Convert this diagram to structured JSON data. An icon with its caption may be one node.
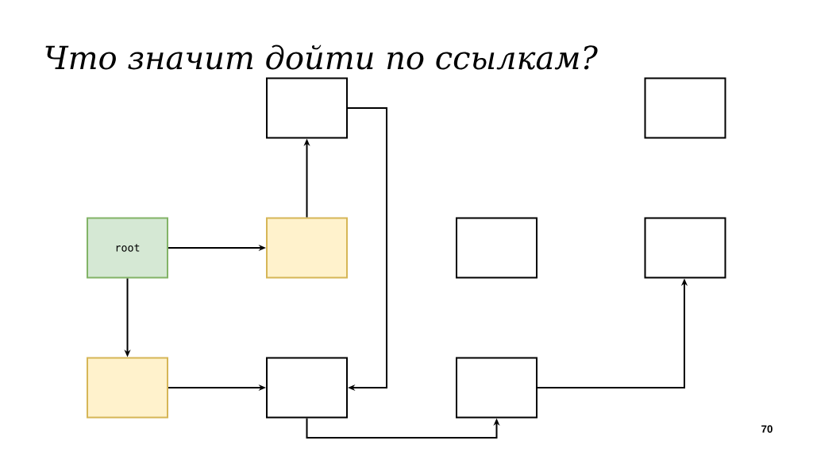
{
  "diagram": {
    "title": "Что значит дойти по ссылкам?",
    "nodes": [
      {
        "text": [],
        "shape": "box"
      },
      {
        "text": [],
        "shape": "box"
      },
      {
        "text": [
          "root"
        ]
      },
      {
        "text": [],
        "shape": "box"
      },
      {
        "text": [],
        "shape": "box"
      },
      {
        "text": [],
        "shape": "box"
      },
      {
        "text": [],
        "shape": "box"
      },
      {
        "text": [],
        "shape": "box"
      },
      {
        "text": [],
        "shape": "box"
      }
    ],
    "edges": [
      {
        "from": 2,
        "to": 3,
        "arrow": "to"
      },
      {
        "from": 3,
        "to": 0,
        "arrow": "to"
      },
      {
        "from": 2,
        "to": 6,
        "arrow": "to"
      },
      {
        "from": 6,
        "to": 7,
        "arrow": "to"
      },
      {
        "from": 0,
        "to": 7,
        "arrow": "to"
      },
      {
        "from": 7,
        "to": 8,
        "arrow": "to"
      },
      {
        "from": 8,
        "to": 5,
        "arrow": "to"
      }
    ],
    "labels": [
      "70"
    ]
  }
}
